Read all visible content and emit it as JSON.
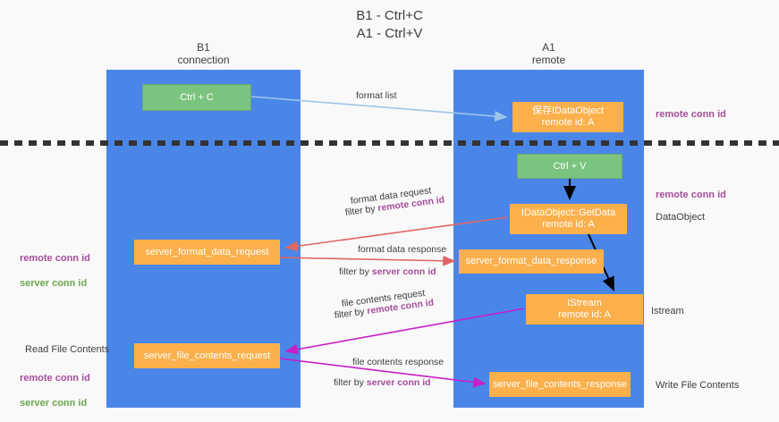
{
  "title": "B1 - Ctrl+C\nA1 - Ctrl+V",
  "columns": {
    "left": {
      "header": "B1\nconnection"
    },
    "right": {
      "header": "A1\nremote"
    }
  },
  "nodes": {
    "ctrl_c": "Ctrl + C",
    "save_dataobject": "保存IDataObject\nremote id: A",
    "ctrl_v": "Ctrl + V",
    "getdata": "IDataObject::GetData\nremote id: A",
    "server_format_data_request": "server_format_data_request",
    "server_format_data_response": "server_format_data_response",
    "istream": "IStream\nremote id: A",
    "server_file_contents_request": "server_file_contents_request",
    "server_file_contents_response": "server_file_contents_response"
  },
  "edge_labels": {
    "format_list": "format list",
    "format_data_request": "format data request",
    "format_data_request_filter_prefix": "filter by ",
    "format_data_request_filter_key": "remote conn id",
    "format_data_response": "format data response",
    "format_data_response_filter_prefix": "filter by ",
    "format_data_response_filter_key": "server conn id",
    "file_contents_request": "file contents request",
    "file_contents_request_filter_prefix": "filter by ",
    "file_contents_request_filter_key": "remote conn id",
    "file_contents_response": "file contents response",
    "file_contents_response_filter_prefix": "filter by ",
    "file_contents_response_filter_key": "server conn id"
  },
  "annotations": {
    "right_remote_conn_id_top": "remote conn id",
    "right_remote_conn_id_mid": "remote conn id",
    "right_dataobject": "DataObject",
    "right_istream": "Istream",
    "right_write_file_contents": "Write File Contents",
    "left_remote_conn_id_mid": "remote conn id",
    "left_server_conn_id_mid": "server conn id",
    "left_read_file_contents": "Read File Contents",
    "left_remote_conn_id_bot": "remote conn id",
    "left_server_conn_id_bot": "server conn id"
  },
  "colors": {
    "lane_blue": "#4a86e8",
    "node_green": "#7bc47f",
    "node_orange": "#fbb04b",
    "accent_purple": "#a64d9a",
    "accent_green": "#6aa84f",
    "arrow_lightblue": "#9fc5e8",
    "arrow_red": "#e06666",
    "arrow_magenta": "#c71fc7",
    "arrow_black": "#000000",
    "background": "#f9f9f9"
  }
}
